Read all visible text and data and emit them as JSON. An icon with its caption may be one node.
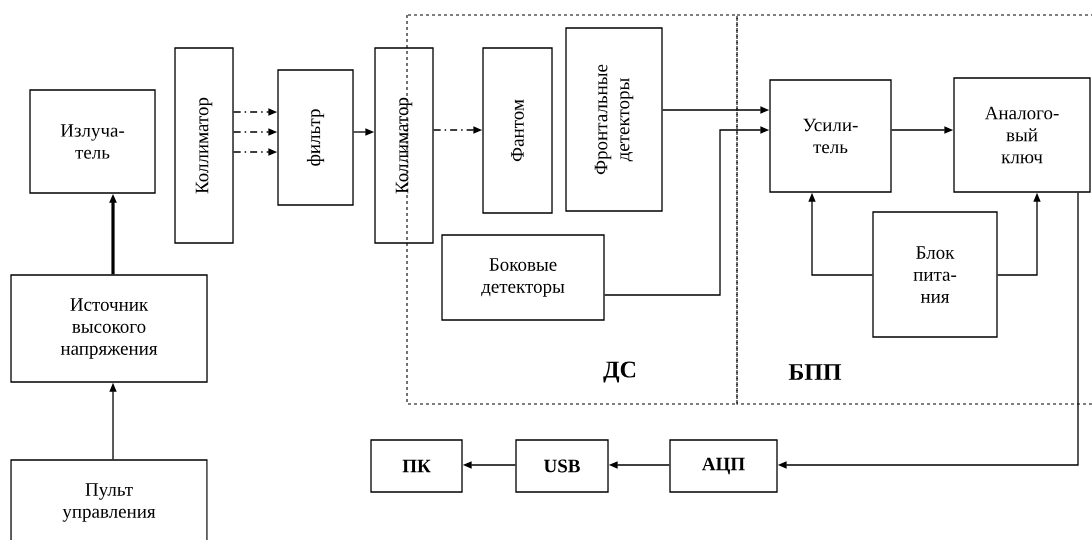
{
  "diagram": {
    "nodes": [
      {
        "text": [
          "Излуча- тель"
        ]
      },
      {
        "text": [
          "Коллиматор"
        ]
      },
      {
        "text": [
          "фильтр"
        ]
      },
      {
        "text": [
          "Коллиматор"
        ]
      },
      {
        "text": [
          "ДС"
        ]
      },
      {
        "text": [
          "Фантом"
        ],
        "in": 4
      },
      {
        "text": [
          "Фронтальные детекторы"
        ],
        "in": 4
      },
      {
        "text": [
          "Боковые детекторы"
        ],
        "in": 4
      },
      {
        "text": [
          "БПП"
        ]
      },
      {
        "text": [
          "Усили- тель"
        ],
        "in": 8
      },
      {
        "text": [
          "Аналого- вый ключ"
        ],
        "in": 8
      },
      {
        "text": [
          "Блок пита- ния"
        ],
        "in": 8
      },
      {
        "text": [
          "Источник высокого напряжения"
        ]
      },
      {
        "text": [
          "Пульт управления"
        ]
      },
      {
        "text": [
          "ПК"
        ]
      },
      {
        "text": [
          "USB"
        ]
      },
      {
        "text": [
          "АЦП"
        ]
      }
    ],
    "edges": [
      {
        "from": 13,
        "to": 12,
        "arrow": "to"
      },
      {
        "from": 12,
        "to": 0,
        "arrow": "to",
        "style": "thick"
      },
      {
        "from": 1,
        "to": 2,
        "arrow": "to",
        "style": "dashed"
      },
      {
        "from": 1,
        "to": 2,
        "arrow": "to",
        "style": "dashed"
      },
      {
        "from": 1,
        "to": 2,
        "arrow": "to",
        "style": "dashed"
      },
      {
        "from": 2,
        "to": 3,
        "arrow": "to"
      },
      {
        "from": 3,
        "to": 5,
        "arrow": "to",
        "style": "dashed"
      },
      {
        "from": 6,
        "to": 9,
        "arrow": "to"
      },
      {
        "from": 7,
        "to": 9,
        "arrow": "to"
      },
      {
        "from": 9,
        "to": 10,
        "arrow": "to"
      },
      {
        "from": 11,
        "to": 9,
        "arrow": "to"
      },
      {
        "from": 11,
        "to": 10,
        "arrow": "to"
      },
      {
        "from": 10,
        "to": 16,
        "arrow": "to"
      },
      {
        "from": 16,
        "to": 15,
        "arrow": "to"
      },
      {
        "from": 15,
        "to": 14,
        "arrow": "to"
      }
    ]
  }
}
